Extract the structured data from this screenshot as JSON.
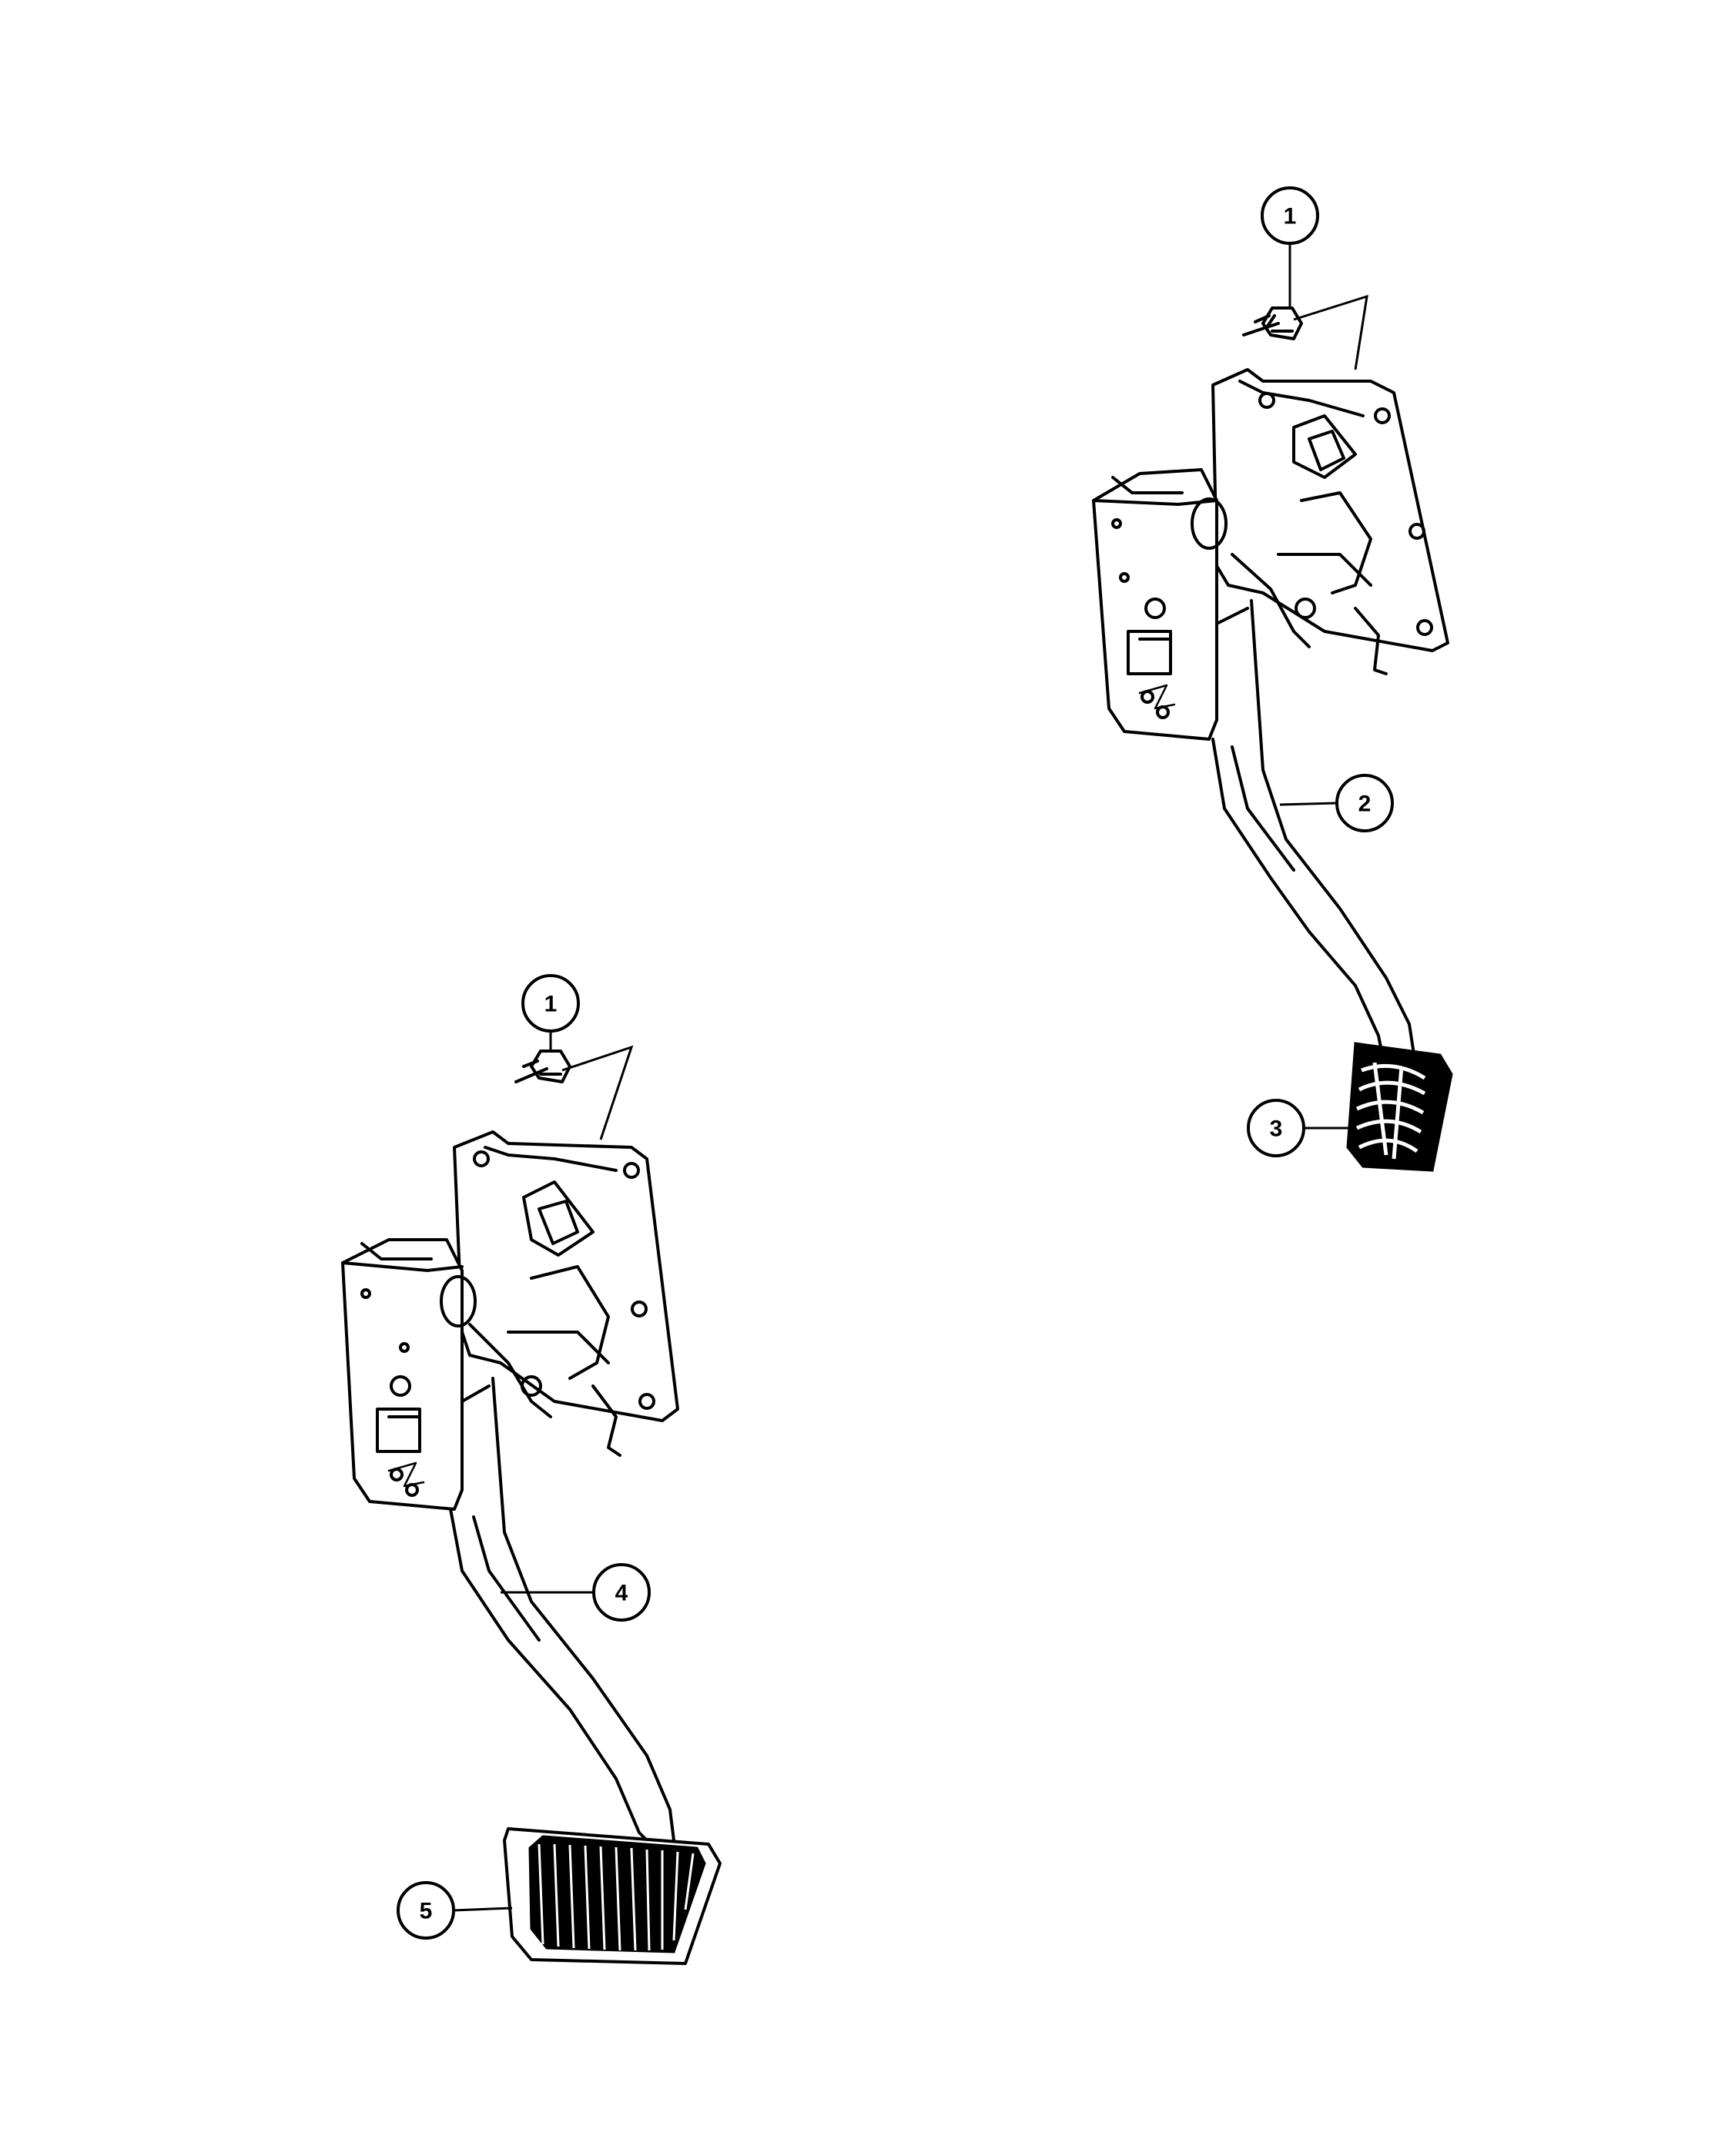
{
  "callouts": [
    {
      "id": "c1-top",
      "label": "1"
    },
    {
      "id": "c2",
      "label": "2"
    },
    {
      "id": "c3",
      "label": "3"
    },
    {
      "id": "c1-bottom",
      "label": "1"
    },
    {
      "id": "c4",
      "label": "4"
    },
    {
      "id": "c5",
      "label": "5"
    }
  ]
}
